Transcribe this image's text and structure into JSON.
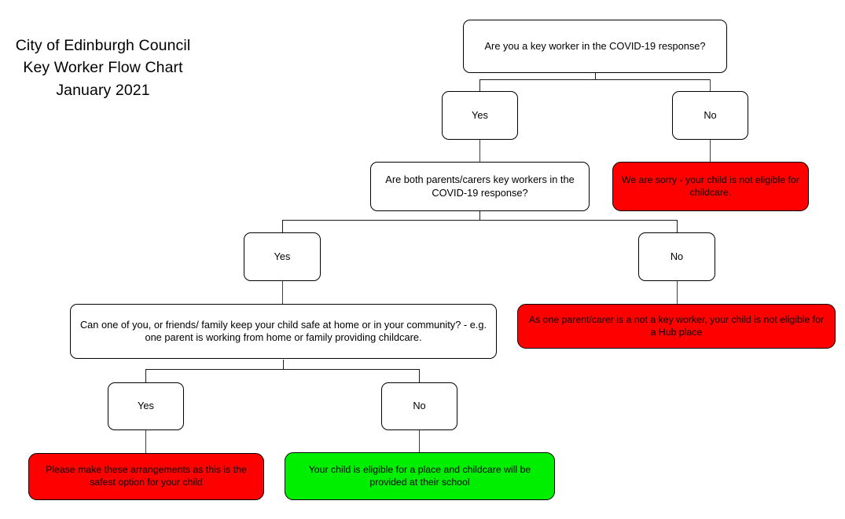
{
  "title": {
    "line1": "City of Edinburgh Council",
    "line2": "Key Worker Flow Chart",
    "line3": "January 2021"
  },
  "colors": {
    "red": "#FF0000",
    "green": "#00EE00",
    "border": "#000000",
    "connector": "#3f3f3f",
    "background": "#FFFFFF"
  },
  "nodes": {
    "q1": "Are you a key worker in the COVID-19 response?",
    "q1_yes": "Yes",
    "q1_no": "No",
    "q1_no_result": "We are sorry - your child is not eligible for childcare.",
    "q2": "Are both parents/carers key workers in the COVID-19 response?",
    "q2_yes": "Yes",
    "q2_no": "No",
    "q2_no_result": "As one parent/carer is a not a key worker, your child is not eligible for a Hub place",
    "q3": "Can one of you, or friends/ family keep your child safe at home or in your community? - e.g. one parent is working from home or family providing childcare.",
    "q3_yes": "Yes",
    "q3_no": "No",
    "q3_yes_result": "Please make these arrangements as this is the safest option for your child",
    "q3_no_result": "Your child is eligible for a place and childcare will be provided at their school"
  },
  "flow": {
    "type": "flowchart",
    "edges": [
      {
        "from": "q1",
        "to": "q1_yes"
      },
      {
        "from": "q1",
        "to": "q1_no"
      },
      {
        "from": "q1_yes",
        "to": "q2"
      },
      {
        "from": "q1_no",
        "to": "q1_no_result"
      },
      {
        "from": "q2",
        "to": "q2_yes"
      },
      {
        "from": "q2",
        "to": "q2_no"
      },
      {
        "from": "q2_yes",
        "to": "q3"
      },
      {
        "from": "q2_no",
        "to": "q2_no_result"
      },
      {
        "from": "q3",
        "to": "q3_yes"
      },
      {
        "from": "q3",
        "to": "q3_no"
      },
      {
        "from": "q3_yes",
        "to": "q3_yes_result"
      },
      {
        "from": "q3_no",
        "to": "q3_no_result"
      }
    ]
  }
}
